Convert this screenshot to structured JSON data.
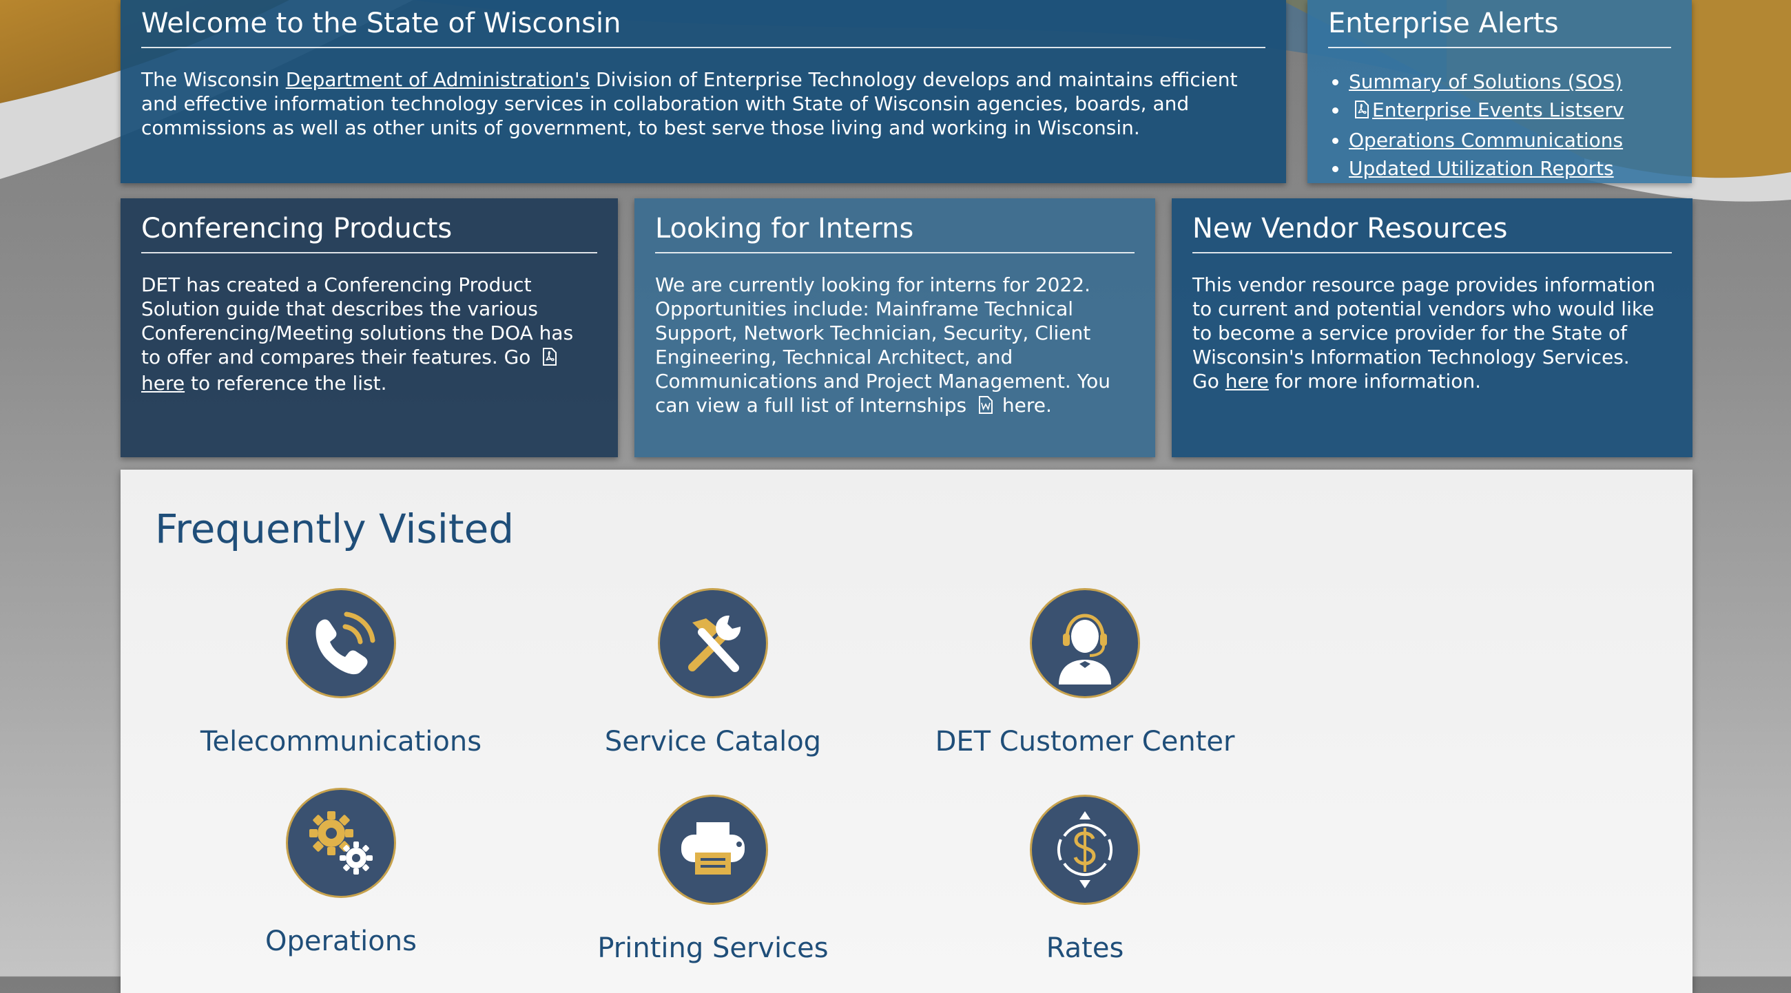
{
  "welcome": {
    "title": "Welcome to the State of Wisconsin",
    "text_before": "The Wisconsin ",
    "link": "Department of Administration's",
    "text_after": " Division of Enterprise Technology develops and maintains efficient and effective information technology services in collaboration with State of Wisconsin agencies, boards, and commissions as well as other units of government, to best serve those living and working in Wisconsin."
  },
  "alerts": {
    "title": "Enterprise Alerts",
    "items": [
      "Summary of Solutions (SOS)",
      "Enterprise Events Listserv",
      "Operations Communications",
      "Updated Utilization Reports"
    ],
    "pdf_icon": "pdf-icon"
  },
  "conferencing": {
    "title": "Conferencing Products",
    "text": "DET has created a Conferencing Product Solution guide that describes the various Conferencing/Meeting solutions the DOA has to offer and compares their features.  Go ",
    "link": "here",
    "text_after": " to reference the list.",
    "icon": "pdf-icon"
  },
  "interns": {
    "title": "Looking for Interns",
    "text": "We are currently looking for interns for 2022. Opportunities include: Mainframe Technical Support, Network Technician, Security, Client Engineering, Technical Architect, and Communications and Project Management. You can view a full list of Internships ",
    "text_after": " here.",
    "icon": "word-doc-icon"
  },
  "vendor": {
    "title": "New Vendor Resources",
    "text": "This vendor resource page provides information to current and potential vendors who would like to become a service provider for the State of Wisconsin's Information Technology Services.",
    "go": "Go ",
    "link": "here",
    "text_after": " for more information."
  },
  "frequently_visited": {
    "title": "Frequently Visited",
    "tiles": [
      {
        "label": "Telecommunications",
        "icon": "phone-icon"
      },
      {
        "label": "Service Catalog",
        "icon": "tools-icon"
      },
      {
        "label": "DET Customer Center",
        "icon": "headset-agent-icon"
      },
      {
        "label": "Operations",
        "icon": "gears-icon"
      },
      {
        "label": "Printing Services",
        "icon": "printer-icon"
      },
      {
        "label": "Rates",
        "icon": "dollar-cycle-icon"
      }
    ]
  },
  "colors": {
    "panel_dark_blue": "#1a5078",
    "icon_circle": "#3a5170",
    "icon_gold": "#e0b24a",
    "heading_blue": "#1f4e79"
  }
}
